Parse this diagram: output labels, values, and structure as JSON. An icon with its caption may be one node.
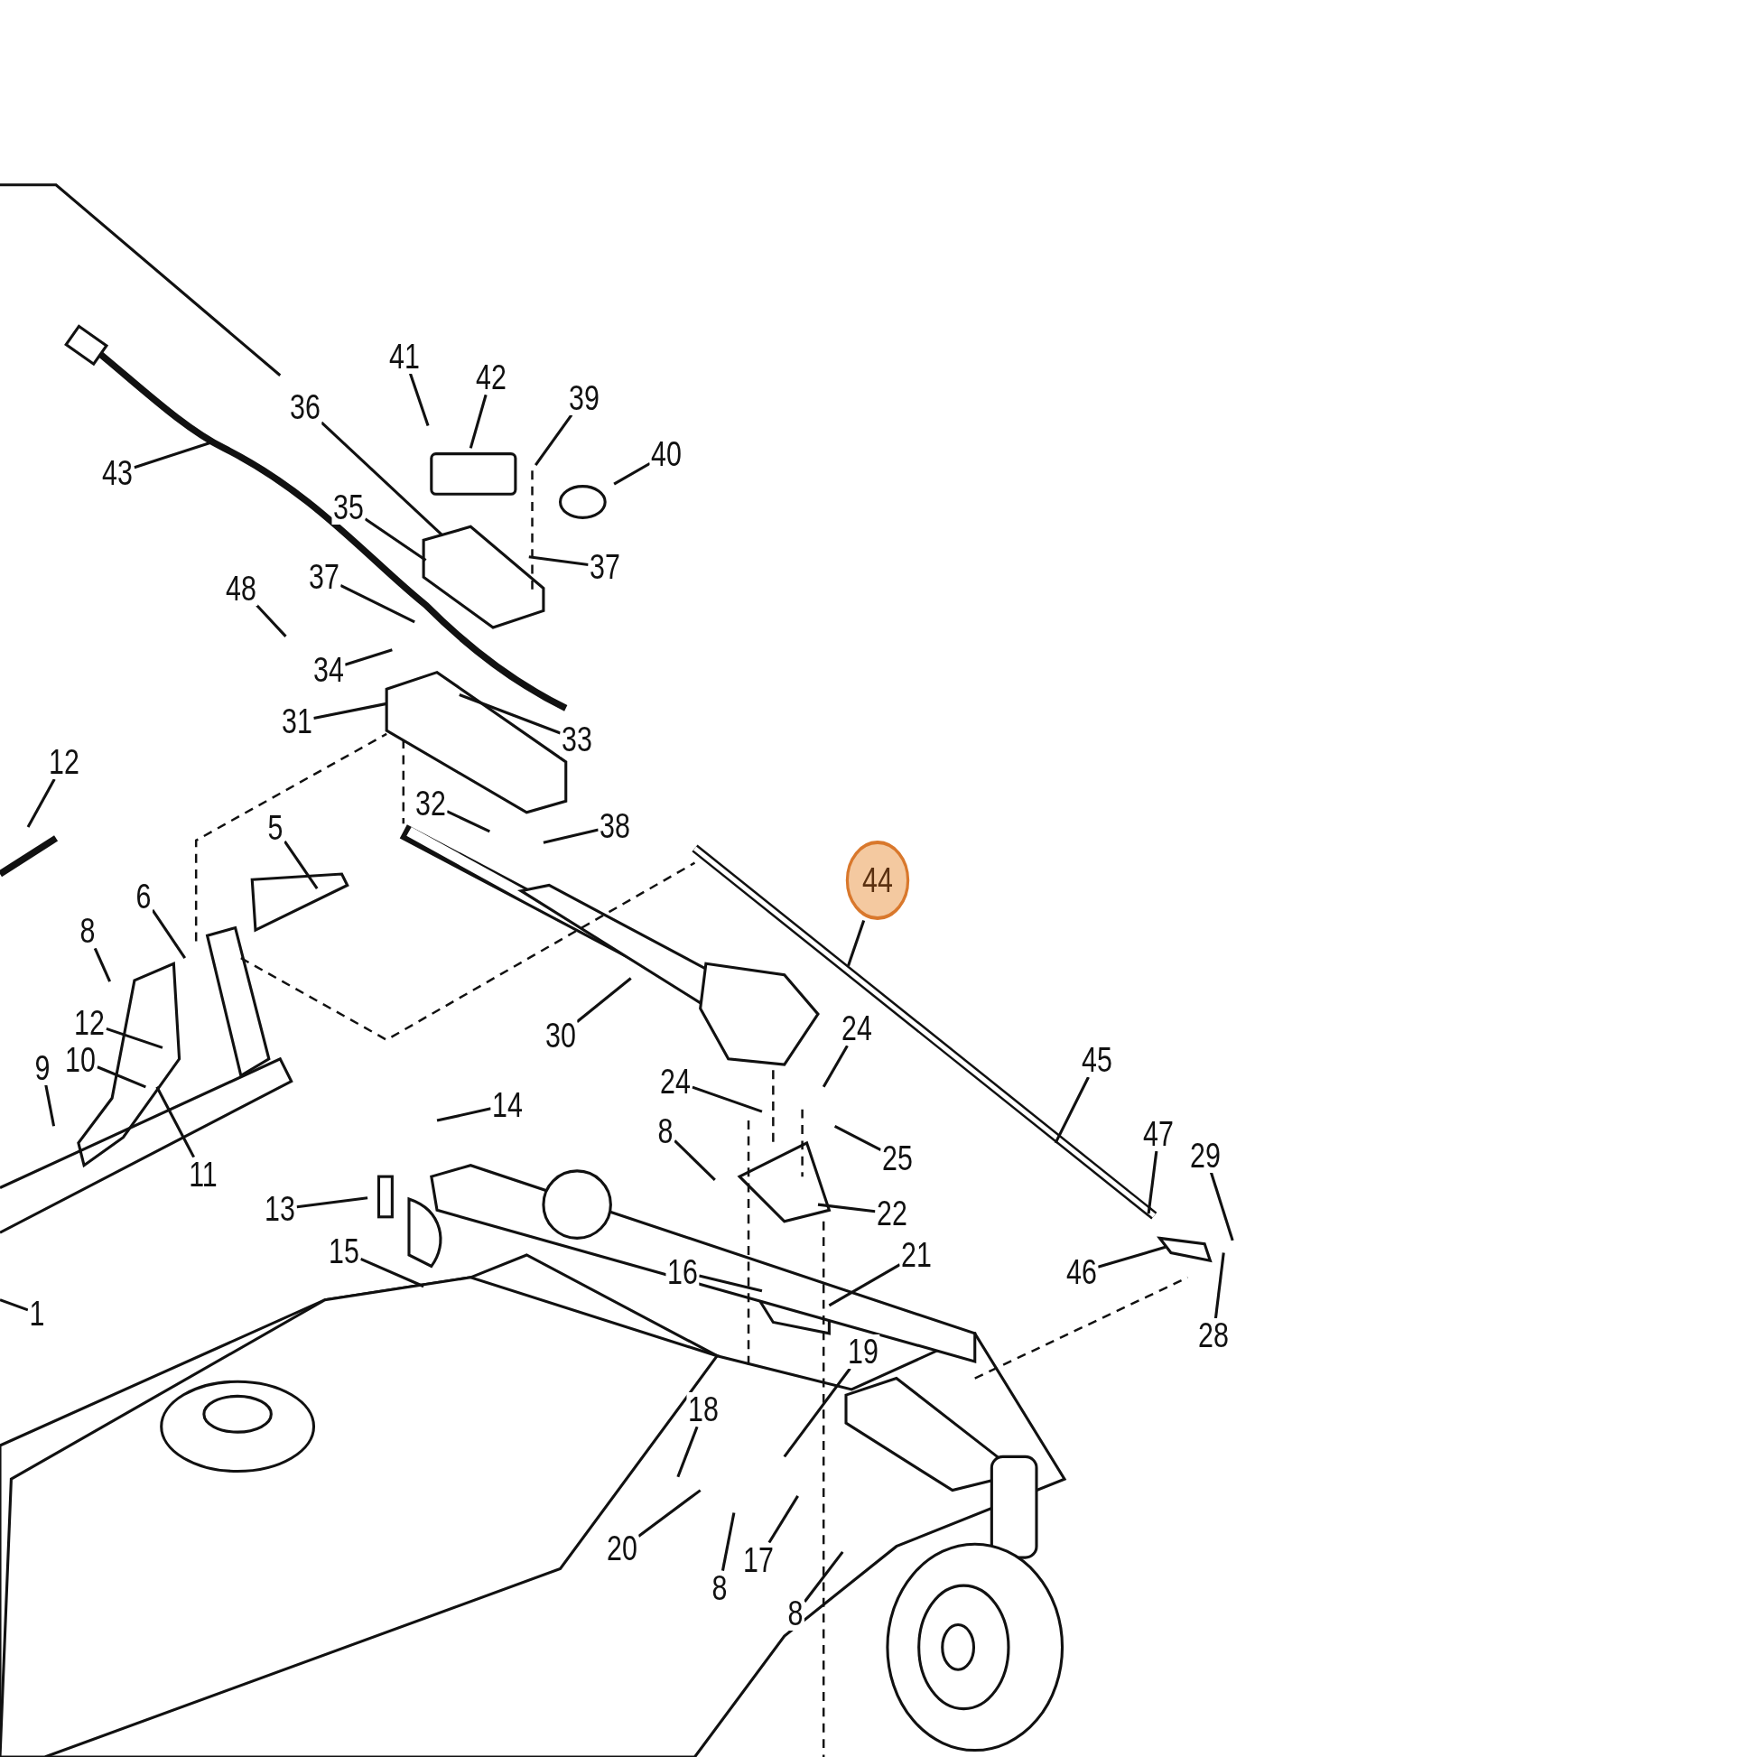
{
  "diagram": {
    "nodes": [
      {
        "text": [
          "41"
        ]
      },
      {
        "text": [
          "42"
        ]
      },
      {
        "text": [
          "39"
        ]
      },
      {
        "text": [
          "40"
        ]
      },
      {
        "text": [
          "36"
        ]
      },
      {
        "text": [
          "43"
        ]
      },
      {
        "text": [
          "35"
        ]
      },
      {
        "text": [
          "37"
        ]
      },
      {
        "text": [
          "37"
        ]
      },
      {
        "text": [
          "48"
        ]
      },
      {
        "text": [
          "34"
        ]
      },
      {
        "text": [
          "31"
        ]
      },
      {
        "text": [
          "33"
        ]
      },
      {
        "text": [
          "12"
        ]
      },
      {
        "text": [
          "32"
        ]
      },
      {
        "text": [
          "38"
        ]
      },
      {
        "text": [
          "5"
        ]
      },
      {
        "text": [
          "44"
        ]
      },
      {
        "text": [
          "6"
        ]
      },
      {
        "text": [
          "8"
        ]
      },
      {
        "text": [
          "12"
        ]
      },
      {
        "text": [
          "30"
        ]
      },
      {
        "text": [
          "24"
        ]
      },
      {
        "text": [
          "24"
        ]
      },
      {
        "text": [
          "10"
        ]
      },
      {
        "text": [
          "9"
        ]
      },
      {
        "text": [
          "11"
        ]
      },
      {
        "text": [
          "45"
        ]
      },
      {
        "text": [
          "14"
        ]
      },
      {
        "text": [
          "8"
        ]
      },
      {
        "text": [
          "25"
        ]
      },
      {
        "text": [
          "47"
        ]
      },
      {
        "text": [
          "29"
        ]
      },
      {
        "text": [
          "13"
        ]
      },
      {
        "text": [
          "22"
        ]
      },
      {
        "text": [
          "15"
        ]
      },
      {
        "text": [
          "21"
        ]
      },
      {
        "text": [
          "16"
        ]
      },
      {
        "text": [
          "46"
        ]
      },
      {
        "text": [
          "1"
        ]
      },
      {
        "text": [
          "28"
        ]
      },
      {
        "text": [
          "19"
        ]
      },
      {
        "text": [
          "18"
        ]
      },
      {
        "text": [
          "20"
        ]
      },
      {
        "text": [
          "17"
        ]
      },
      {
        "text": [
          "8"
        ]
      },
      {
        "text": [
          "8"
        ]
      }
    ],
    "edges": [
      {
        "from": 0,
        "to": null,
        "arrow": "none"
      },
      {
        "from": 1,
        "to": null,
        "arrow": "none"
      },
      {
        "from": 2,
        "to": null,
        "arrow": "none"
      },
      {
        "from": 3,
        "to": null,
        "arrow": "none"
      },
      {
        "from": 4,
        "to": null,
        "arrow": "none"
      },
      {
        "from": 5,
        "to": null,
        "arrow": "none"
      },
      {
        "from": 6,
        "to": null,
        "arrow": "none"
      },
      {
        "from": 7,
        "to": null,
        "arrow": "none"
      },
      {
        "from": 8,
        "to": null,
        "arrow": "none"
      },
      {
        "from": 9,
        "to": null,
        "arrow": "none"
      },
      {
        "from": 10,
        "to": null,
        "arrow": "none"
      },
      {
        "from": 11,
        "to": null,
        "arrow": "none"
      },
      {
        "from": 12,
        "to": null,
        "arrow": "none"
      },
      {
        "from": 13,
        "to": null,
        "arrow": "none"
      },
      {
        "from": 14,
        "to": null,
        "arrow": "none"
      },
      {
        "from": 15,
        "to": null,
        "arrow": "none"
      },
      {
        "from": 16,
        "to": null,
        "arrow": "none"
      },
      {
        "from": 17,
        "to": null,
        "arrow": "none"
      },
      {
        "from": 18,
        "to": null,
        "arrow": "none"
      },
      {
        "from": 19,
        "to": null,
        "arrow": "none"
      },
      {
        "from": 20,
        "to": null,
        "arrow": "none"
      },
      {
        "from": 21,
        "to": null,
        "arrow": "none"
      },
      {
        "from": 22,
        "to": null,
        "arrow": "none"
      },
      {
        "from": 23,
        "to": null,
        "arrow": "none"
      },
      {
        "from": 24,
        "to": null,
        "arrow": "none"
      },
      {
        "from": 25,
        "to": null,
        "arrow": "none"
      },
      {
        "from": 26,
        "to": null,
        "arrow": "none"
      },
      {
        "from": 27,
        "to": null,
        "arrow": "none"
      },
      {
        "from": 28,
        "to": null,
        "arrow": "none"
      },
      {
        "from": 29,
        "to": null,
        "arrow": "none"
      },
      {
        "from": 30,
        "to": null,
        "arrow": "none"
      },
      {
        "from": 31,
        "to": null,
        "arrow": "none"
      },
      {
        "from": 32,
        "to": null,
        "arrow": "none"
      },
      {
        "from": 33,
        "to": null,
        "arrow": "none"
      },
      {
        "from": 34,
        "to": null,
        "arrow": "none"
      },
      {
        "from": 35,
        "to": null,
        "arrow": "none"
      },
      {
        "from": 36,
        "to": null,
        "arrow": "none"
      },
      {
        "from": 37,
        "to": null,
        "arrow": "none"
      },
      {
        "from": 38,
        "to": null,
        "arrow": "none"
      },
      {
        "from": 39,
        "to": null,
        "arrow": "none"
      },
      {
        "from": 40,
        "to": null,
        "arrow": "none"
      },
      {
        "from": 41,
        "to": null,
        "arrow": "none"
      },
      {
        "from": 42,
        "to": null,
        "arrow": "none"
      },
      {
        "from": 43,
        "to": null,
        "arrow": "none"
      },
      {
        "from": 44,
        "to": null,
        "arrow": "none"
      },
      {
        "from": 45,
        "to": null,
        "arrow": "none"
      },
      {
        "from": 46,
        "to": null,
        "arrow": "none"
      }
    ]
  }
}
